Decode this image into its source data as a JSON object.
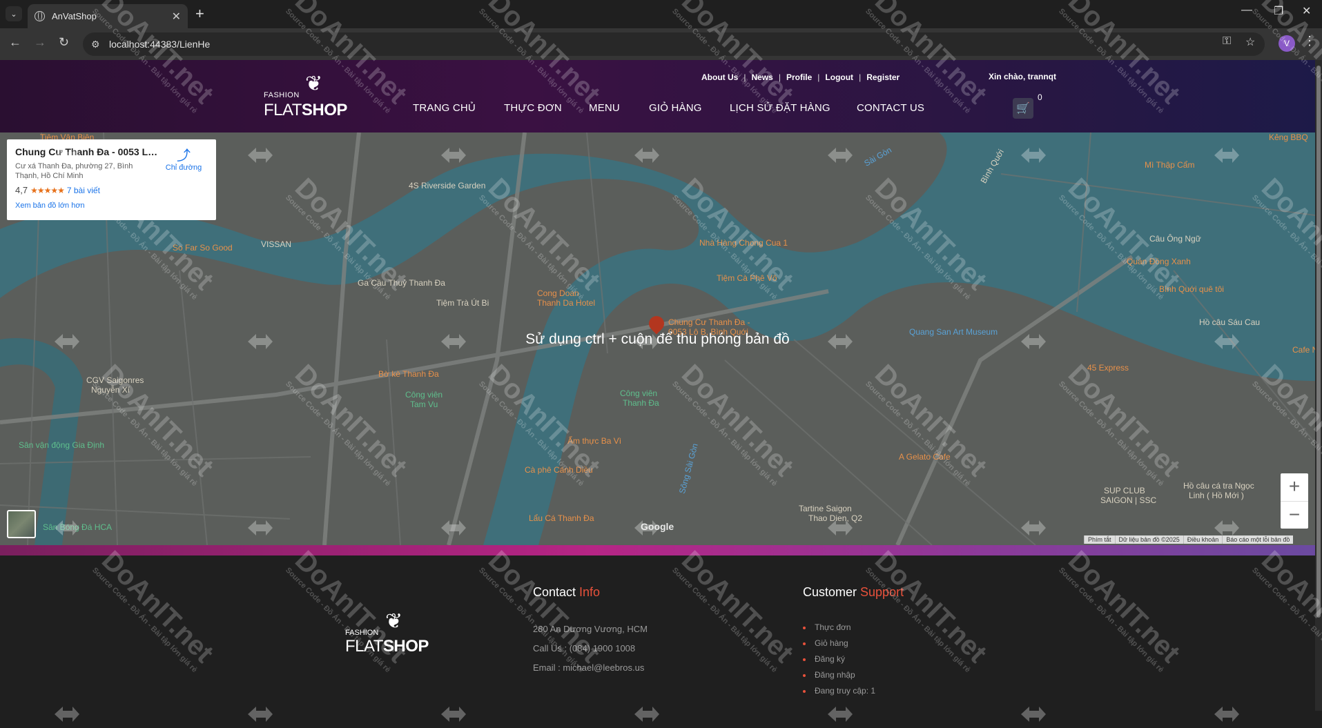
{
  "browser": {
    "tab_title": "AnVatShop",
    "url": "localhost:44383/LienHe",
    "new_tab_label": "+",
    "avatar_letter": "V"
  },
  "site": {
    "logo_small": "FASHION",
    "logo_flat": "FLAT",
    "logo_shop": "SHOP",
    "toplinks": [
      "About Us",
      "News",
      "Profile",
      "Logout",
      "Register"
    ],
    "greeting": "Xin chào, trannqt",
    "cart_count": "0",
    "nav": [
      "TRANG CHỦ",
      "THỰC ĐƠN",
      "MENU",
      "GIỎ HÀNG",
      "LỊCH SỬ ĐẶT HÀNG",
      "CONTACT US"
    ]
  },
  "map": {
    "overlay_hint": "Sử dụng ctrl + cuộn để thu phóng bản đồ",
    "place_card": {
      "name": "Chung Cư Thanh Đa - 0053 Lô...",
      "address": "Cư xá Thanh Đa, phường 27, Bình Thạnh, Hồ Chí Minh",
      "rating": "4,7",
      "stars": "★★★★★",
      "reviews": "7 bài viết",
      "larger_map": "Xem bản đồ lớn hơn",
      "directions": "Chỉ đường"
    },
    "zoom_in": "+",
    "zoom_out": "−",
    "google": "Google",
    "attribution": [
      "Phím tắt",
      "Dữ liệu bản đồ ©2025",
      "Điều khoản",
      "Báo cáo một lỗi bản đồ"
    ],
    "labels": {
      "chung_cu": "Chung Cư Thanh Đa -",
      "chung_cu2": "0053 Lô B, Bình Quới",
      "riverside": "4S Riverside Garden",
      "vissan": "VISSAN",
      "so_far": "So Far So Good",
      "cau_thuy": "Ga Cầu Thuỷ Thanh Đa",
      "tiem_tra": "Tiệm Trà Út Bi",
      "cong_doan": "Cong Doan",
      "cong_doan2": "Thanh Da Hotel",
      "bo_ke": "Bờ kè Thanh Đa",
      "cv_tam_vu": "Công viên",
      "cv_tam_vu2": "Tam Vu",
      "cv_thanh_da": "Công viên",
      "cv_thanh_da2": "Thanh Đa",
      "am_thuc": "Ẩm thực Ba Vì",
      "ca_phe": "Cà phê Cánh Diều",
      "lau_ca": "Lẩu Cá Thanh Đa",
      "san_van_dong": "Sân vận động Gia Định",
      "san_bong": "Sân Bóng Đá HCA",
      "cgv": "CGV Saigonres",
      "cgv2": "Nguyễn Xí",
      "quang_san": "Quang San Art Museum",
      "mi_thap_cam": "Mì Thập Cẩm",
      "cau_ong_ngu": "Câu Ông Ngữ",
      "quan_dong_xanh": "Quán Đồng Xanh",
      "binh_quoi": "Bình Quới quê tôi",
      "ho_cau": "Hồ câu Sáu Cau",
      "cafe": "Cafe N",
      "express": "45 Express",
      "gelato": "A Gelato Cafe",
      "sup_club": "SUP CLUB",
      "sup_club2": "SAIGON | SSC",
      "ho_cau_ngoc": "Hồ câu cá tra Ngọc",
      "ho_cau_ngoc2": "Linh ( Hồ Mới )",
      "tartine": "Tartine Saigon",
      "tartine2": "Thao Dien, Q2",
      "keng": "Kẻng BBQ",
      "nha_hang": "Nhà Hàng Chong Cua 1",
      "tiem_ca_phe": "Tiệm Cà Phê Vô",
      "song_sai_gon": "Sông Sài Gòn",
      "sai_gon": "Sài Gòn",
      "binh_quoi_road": "Bình Quới",
      "tiem_van": "Tiệm Vân Biên"
    }
  },
  "footer": {
    "contact_title_a": "Contact ",
    "contact_title_b": "Info",
    "address": "280 An Dương Vương, HCM",
    "phone": "Call Us : (084) 1900 1008",
    "email": "Email : michael@leebros.us",
    "support_title_a": "Customer ",
    "support_title_b": "Support",
    "support_items": [
      "Thực đơn",
      "Giỏ hàng",
      "Đăng ký",
      "Đăng nhập",
      "Đang truy cập: 1"
    ]
  },
  "watermark": {
    "big": "DoAnIT.net",
    "small": "Source Code - Đồ Án - Bài tập lớn giá rẻ"
  },
  "colors": {
    "accent": "#e8513b",
    "water": "#3f6f7a",
    "land": "#5b5e5b",
    "link": "#1a73e8"
  }
}
